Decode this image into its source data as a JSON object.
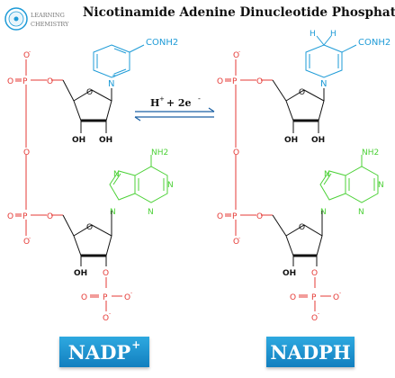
{
  "title": "Nicotinamide Adenine Dinucleotide Phosphate",
  "logo": {
    "line1": "LEARNING",
    "line2": "CHEMISTRY"
  },
  "reaction": {
    "h": "H",
    "hsup": "+",
    "mid": " + 2e",
    "esup": "-"
  },
  "colors": {
    "phosphate": "#e53935",
    "nicotinamide": "#1e9bd7",
    "adenine": "#4cd137",
    "bond": "#111111",
    "badge": "#1a8fd0"
  },
  "left": {
    "badge_main": "NADP",
    "badge_sup": "+",
    "conh2": "CONH2",
    "n_plus": "N",
    "n_plus_charge": "+",
    "oh1": "OH",
    "oh2": "OH",
    "oh3": "OH",
    "nh2": "NH2"
  },
  "right": {
    "badge_main": "NADPH",
    "conh2": "CONH2",
    "h1": "H",
    "h2": "H",
    "n": "N",
    "oh1": "OH",
    "oh2": "OH",
    "oh3": "OH",
    "nh2": "NH2"
  }
}
